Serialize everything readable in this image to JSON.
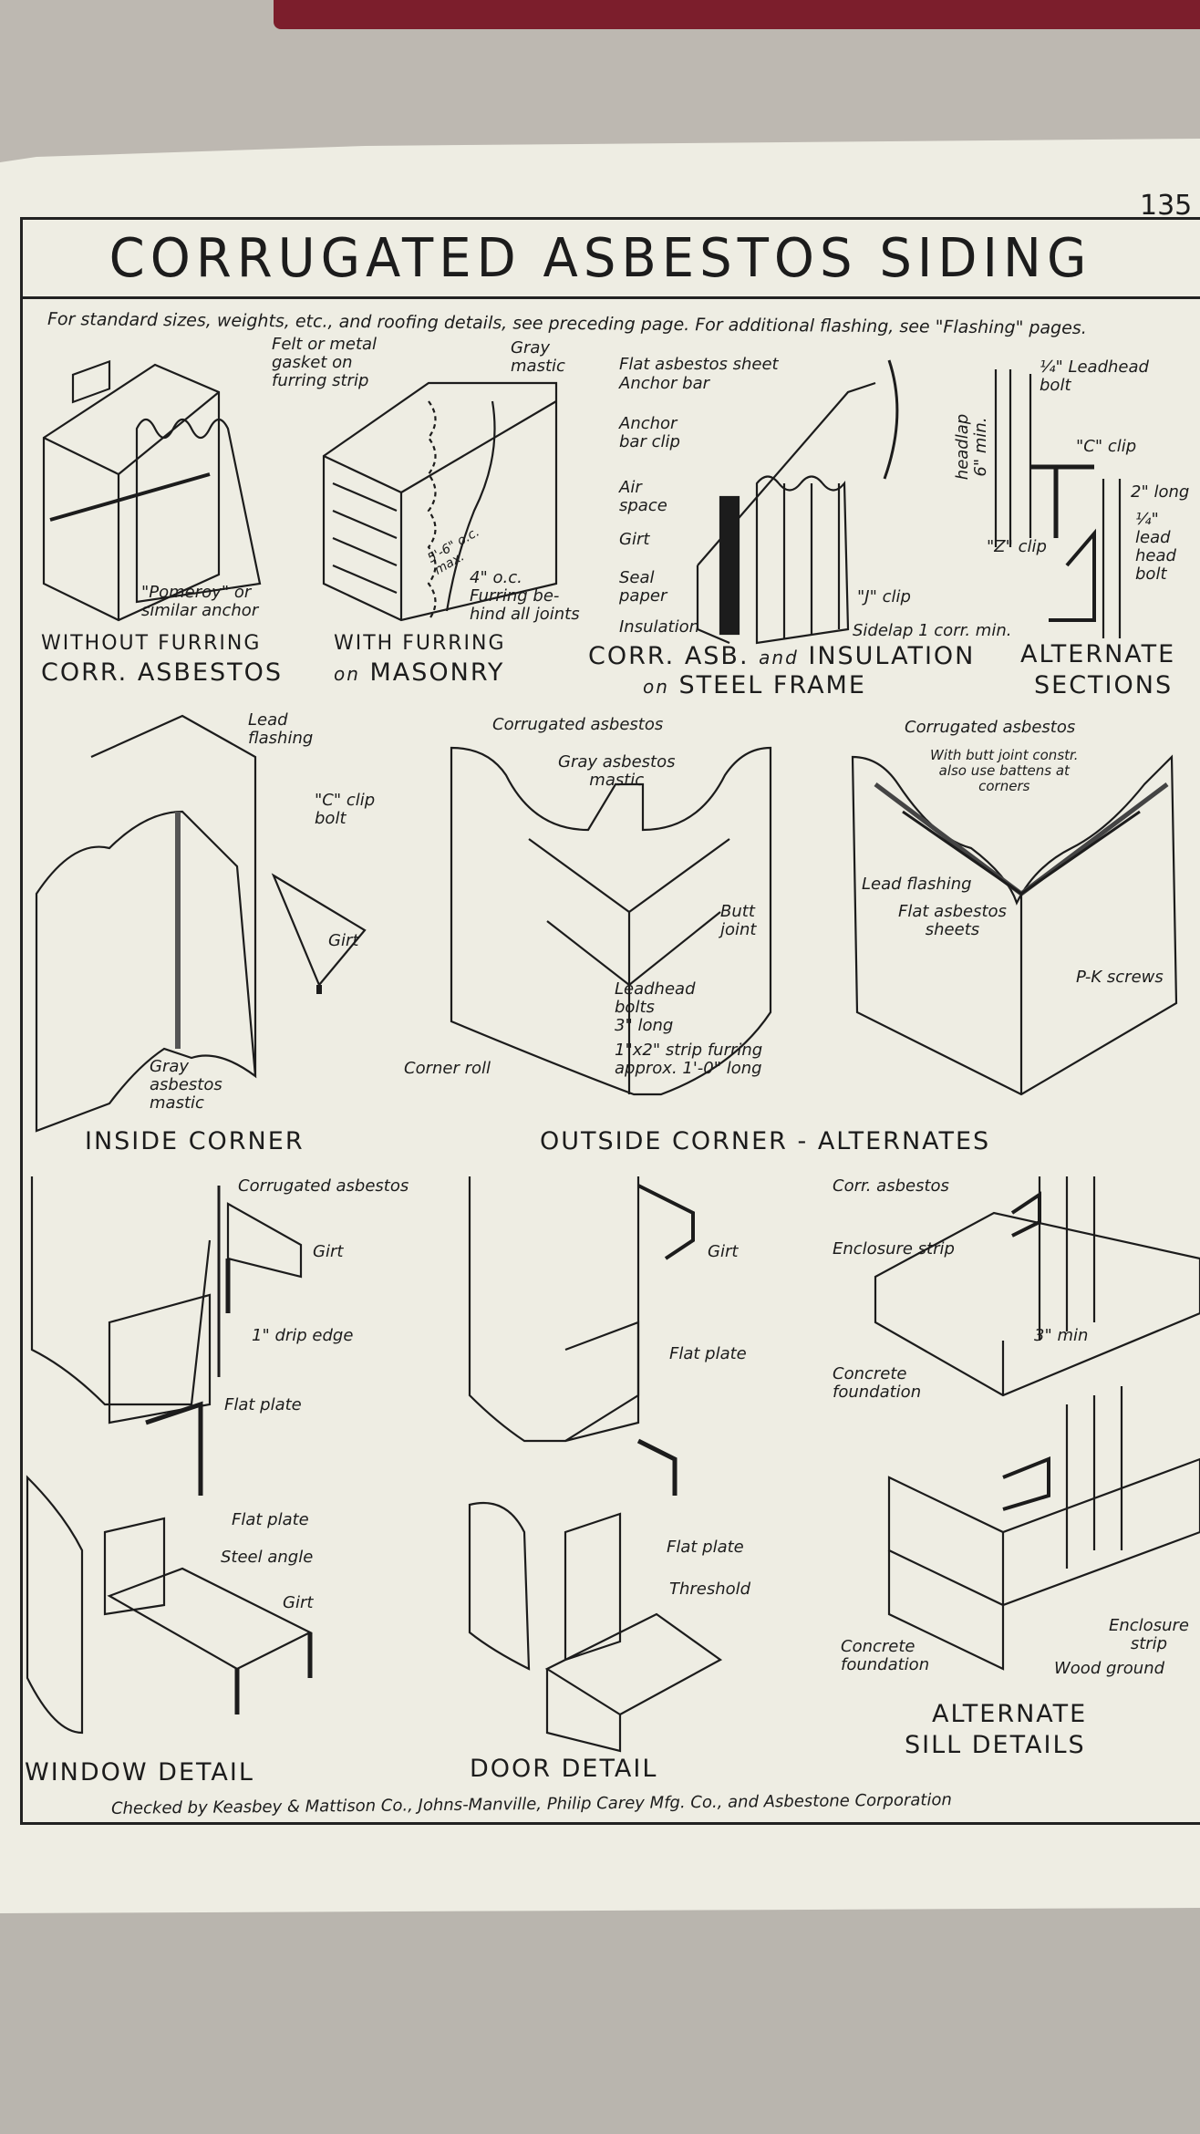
{
  "page": {
    "number": "135",
    "title": "CORRUGATED ASBESTOS SIDING",
    "subtitle": "For standard sizes, weights, etc., and roofing details, see preceding page. For additional flashing, see \"Flashing\" pages.",
    "credit": "Checked by Keasbey & Mattison Co., Johns-Manville, Philip Carey Mfg. Co., and Asbestone Corporation"
  },
  "row1": {
    "without_furring": {
      "labels": [
        "Felt or metal\ngasket on\nfurring strip",
        "\"Pomeroy\" or\nsimilar anchor"
      ],
      "caption_top": "WITHOUT FURRING",
      "caption_bottom": "CORR. ASBESTOS"
    },
    "with_furring": {
      "labels": [
        "Gray\nmastic",
        "5'-6\" o.c.\nmax.",
        "4\" o.c.\nFurring be-\nhind all joints"
      ],
      "caption_top": "WITH FURRING",
      "caption_bottom_prefix": "on",
      "caption_bottom": "MASONRY"
    },
    "steel_frame": {
      "labels": [
        "Flat asbestos sheet",
        "Anchor bar",
        "Anchor\nbar clip",
        "Air\nspace",
        "Girt",
        "Seal\npaper",
        "Insulation",
        "\"J\" clip",
        "Sidelap 1 corr. min."
      ],
      "caption_top_a": "CORR. ASB.",
      "caption_top_and": "and",
      "caption_top_b": "INSULATION",
      "caption_bottom_prefix": "on",
      "caption_bottom": "STEEL FRAME"
    },
    "alternate_sections": {
      "labels": [
        "headlap\n6\" min.",
        "¼\" Leadhead\nbolt",
        "\"C\" clip",
        "\"Z\" clip",
        "2\" long",
        "¼\"\nlead\nhead\nbolt"
      ],
      "caption_top": "ALTERNATE",
      "caption_bottom": "SECTIONS"
    }
  },
  "row2": {
    "inside_corner": {
      "labels": [
        "Lead\nflashing",
        "\"C\" clip\nbolt",
        "Girt",
        "Gray\nasbestos\nmastic"
      ],
      "caption": "INSIDE CORNER"
    },
    "outside_corner_a": {
      "labels": [
        "Corrugated asbestos",
        "Gray asbestos\nmastic",
        "Butt\njoint",
        "Leadhead\nbolts\n3\" long",
        "1\"x2\" strip furring\napprox. 1'-0\" long",
        "Corner roll"
      ]
    },
    "outside_corner_b": {
      "labels": [
        "Corrugated asbestos",
        "With butt joint constr.\nalso use battens at\ncorners",
        "Lead flashing",
        "Flat asbestos\nsheets",
        "P-K screws"
      ]
    },
    "caption": "OUTSIDE CORNER - ALTERNATES"
  },
  "row3": {
    "window_detail": {
      "labels": [
        "Corrugated asbestos",
        "Girt",
        "1\" drip edge",
        "Flat plate",
        "Flat plate",
        "Steel angle",
        "Girt"
      ],
      "caption": "WINDOW DETAIL"
    },
    "door_detail": {
      "labels": [
        "Girt",
        "Flat plate",
        "Flat plate",
        "Threshold"
      ],
      "caption": "DOOR DETAIL"
    },
    "sill_details": {
      "labels": [
        "Corr. asbestos",
        "Enclosure strip",
        "3\" min",
        "Concrete\nfoundation",
        "Concrete\nfoundation",
        "Enclosure\nstrip",
        "Wood ground"
      ],
      "caption_top": "ALTERNATE",
      "caption_bottom": "SILL DETAILS"
    }
  }
}
